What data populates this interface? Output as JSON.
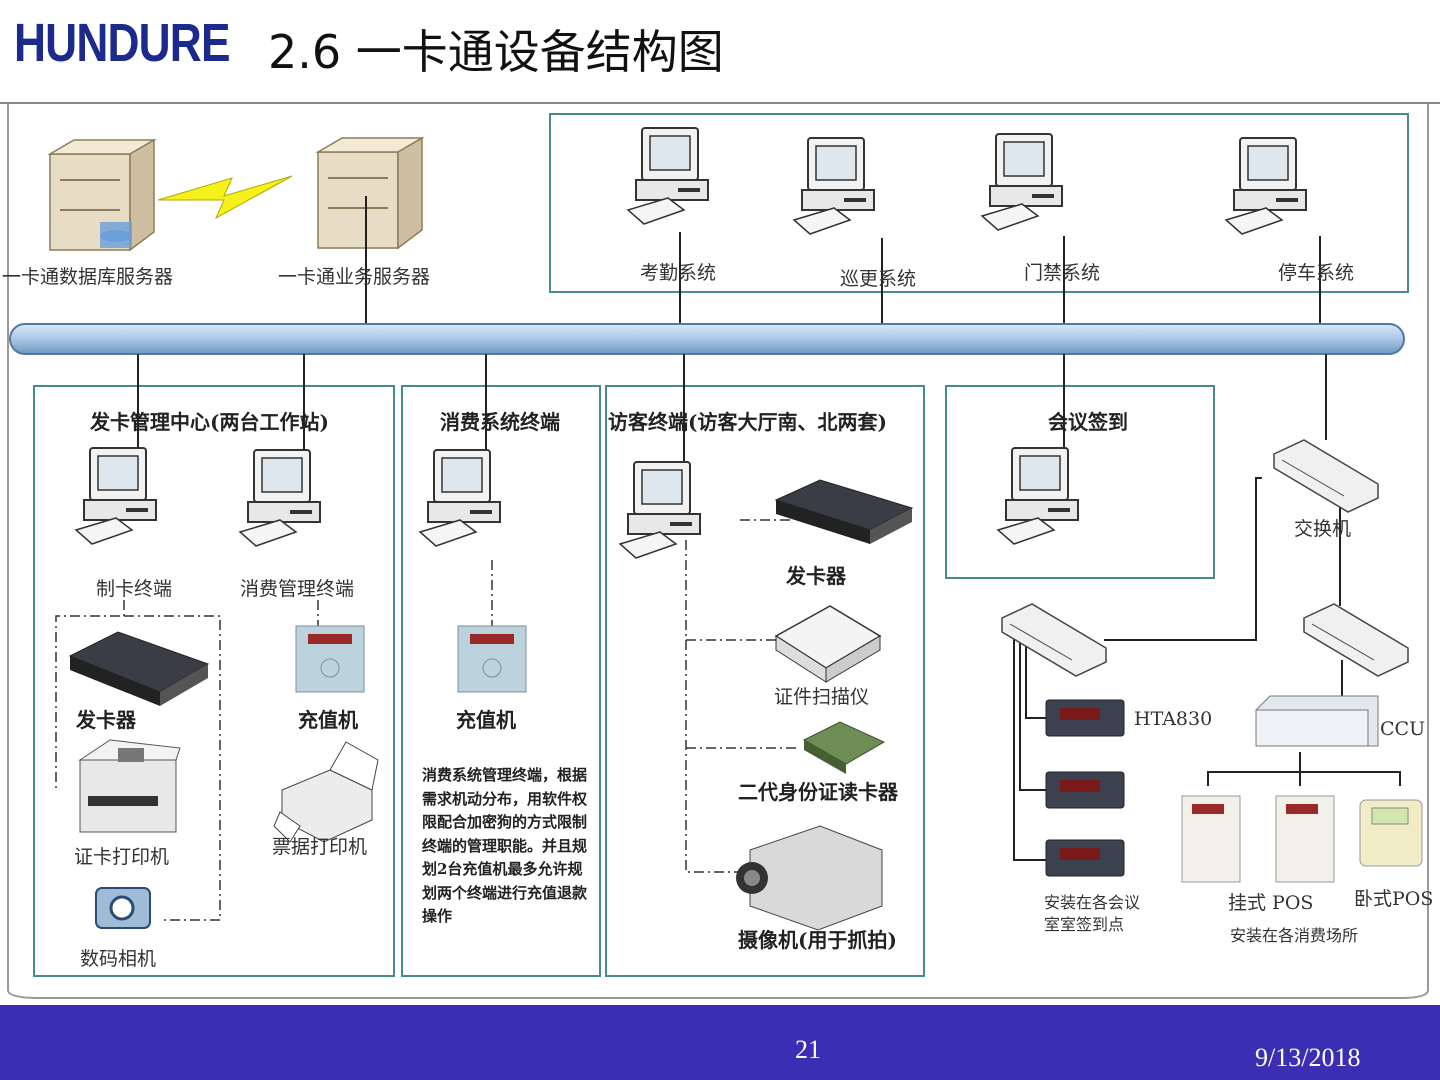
{
  "header": {
    "logo": "HUNDURE",
    "title": "2.6 一卡通设备结构图"
  },
  "servers": {
    "db": "一卡通数据库服务器",
    "biz": "一卡通业务服务器"
  },
  "top_systems": [
    "考勤系统",
    "巡更系统",
    "门禁系统",
    "停车系统"
  ],
  "groups": {
    "card_center": {
      "title": "发卡管理中心(两台工作站)",
      "items": [
        "制卡终端",
        "消费管理终端",
        "发卡器",
        "充值机",
        "证卡打印机",
        "票据打印机",
        "数码相机"
      ]
    },
    "consume": {
      "title": "消费系统终端",
      "items": [
        "充值机"
      ],
      "note": "消费系统管理终端，根据需求机动分布，用软件权限配合加密狗的方式限制终端的管理职能。并且规划2台充值机最多允许规划两个终端进行充值退款操作"
    },
    "visitor": {
      "title": "访客终端(访客大厅南、北两套)",
      "items": [
        "发卡器",
        "证件扫描仪",
        "二代身份证读卡器",
        "摄像机(用于抓拍)"
      ]
    },
    "meeting": {
      "title": "会议签到"
    }
  },
  "right": {
    "switch": "交换机",
    "hta": "HTA830",
    "ccu": "CCU",
    "hta_note": "安装在各会议室室签到点",
    "pos_wall": "挂式 POS",
    "pos_desk": "卧式POS",
    "pos_note": "安装在各消费场所"
  },
  "footer": {
    "page": "21",
    "date": "9/13/2018"
  },
  "colors": {
    "footer": "#3a2fb3",
    "logo": "#1c2a8c",
    "frame": "#4a8a92",
    "bus": "#a9c7e6"
  }
}
